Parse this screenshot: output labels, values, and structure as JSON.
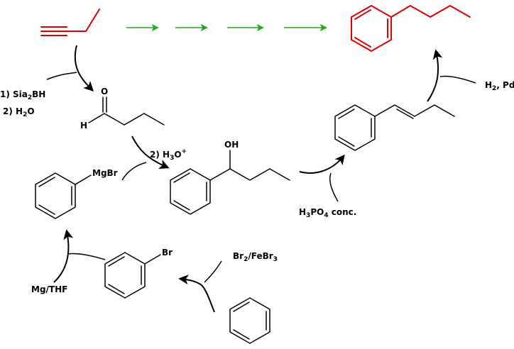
{
  "colors": {
    "target": "#e00000",
    "forward_arrow": "#22aa22",
    "ink": "#000000"
  },
  "start_material": {
    "name": "but-1-yne"
  },
  "target_product": {
    "name": "butylbenzene"
  },
  "forward_arrows": {
    "count": 4
  },
  "intermediates": {
    "aldehyde": {
      "name": "butanal",
      "oxygen": "O",
      "hydrogen": "H"
    },
    "grignard": {
      "name": "phenylmagnesium-bromide",
      "label": "MgBr"
    },
    "alcohol": {
      "name": "1-phenylbutan-1-ol",
      "label": "OH"
    },
    "alkene": {
      "name": "1-phenylbut-1-ene"
    },
    "bromobenzene": {
      "name": "bromobenzene",
      "label": "Br"
    },
    "benzene": {
      "name": "benzene"
    }
  },
  "reagents": {
    "hydroboration": {
      "step1": "1) Sia",
      "step1_sub": "2",
      "step1_end": "BH",
      "step2": "2) H",
      "step2_sub": "2",
      "step2_end": "O"
    },
    "grignard_addition": {
      "text": "2) H",
      "sub": "3",
      "mid": "O",
      "sup": "+"
    },
    "dehydration": {
      "text": "H",
      "sub1": "3",
      "mid": "PO",
      "sub2": "4",
      "end": " conc."
    },
    "hydrogenation": {
      "text": "H",
      "sub": "2",
      "end": ", Pd"
    },
    "grignard_formation": {
      "text": "Mg/THF"
    },
    "bromination": {
      "text": "Br",
      "sub": "2",
      "end": "/FeBr",
      "sub2": "3"
    }
  }
}
